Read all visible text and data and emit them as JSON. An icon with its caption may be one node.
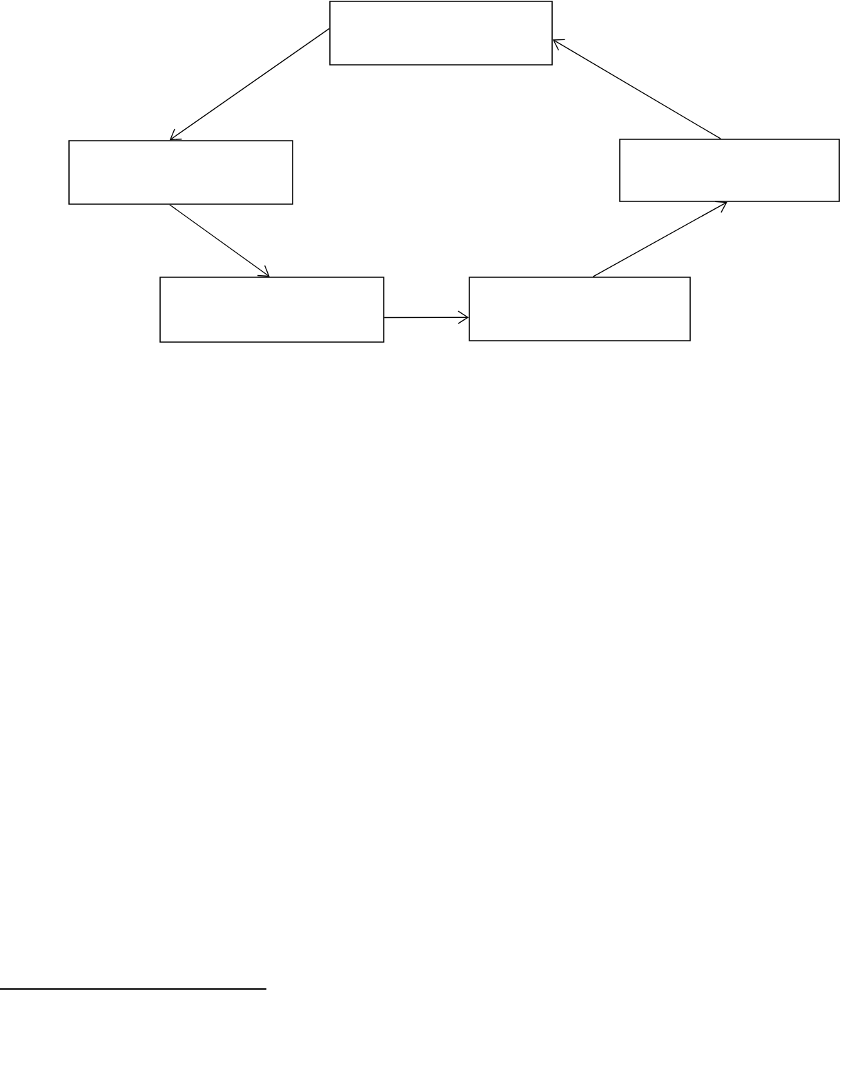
{
  "diagram": {
    "nodes": [
      {
        "text": [],
        "shape": "box"
      },
      {
        "text": [],
        "shape": "box"
      },
      {
        "text": [],
        "shape": "box"
      },
      {
        "text": [],
        "shape": "box"
      },
      {
        "text": [],
        "shape": "box"
      }
    ],
    "edges": [
      {
        "from": 0,
        "to": 1,
        "arrow": "to"
      },
      {
        "from": 1,
        "to": 3,
        "arrow": "to"
      },
      {
        "from": 3,
        "to": 4,
        "arrow": "to"
      },
      {
        "from": 4,
        "to": 2,
        "arrow": "to"
      },
      {
        "from": 2,
        "to": 0,
        "arrow": "to"
      }
    ]
  }
}
